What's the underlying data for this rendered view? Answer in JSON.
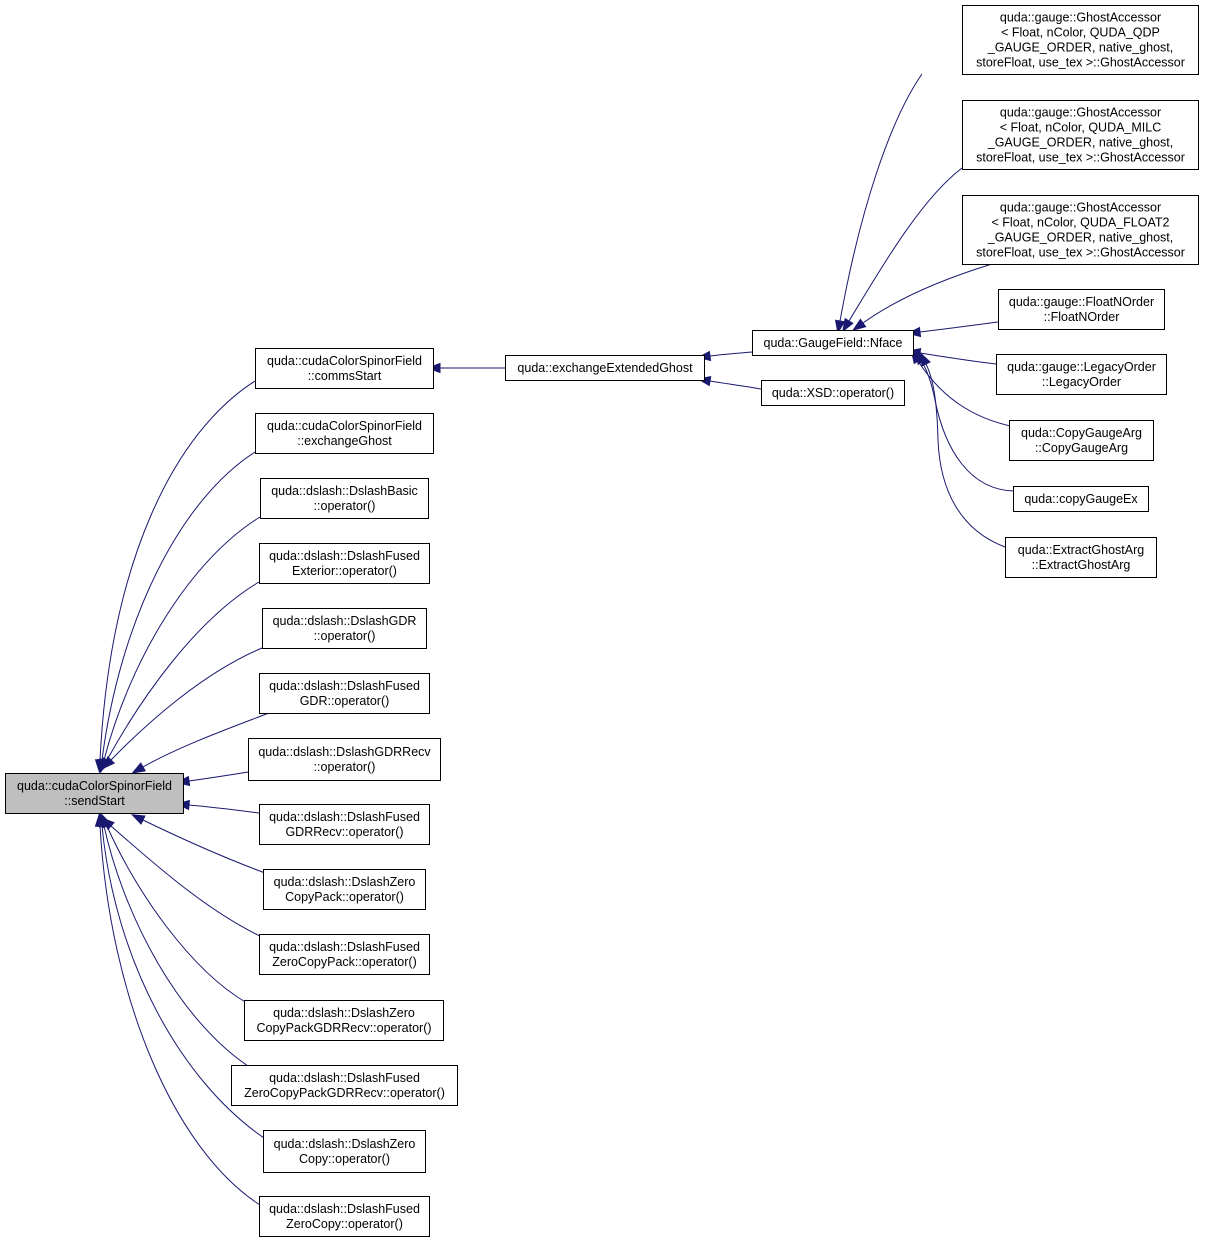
{
  "diagram": {
    "nodes": [
      {
        "id": "sendStart",
        "focus": true,
        "lines": [
          "quda::cudaColorSpinorField",
          "::sendStart"
        ]
      },
      {
        "id": "commsStart",
        "lines": [
          "quda::cudaColorSpinorField",
          "::commsStart"
        ]
      },
      {
        "id": "exchangeGhost",
        "lines": [
          "quda::cudaColorSpinorField",
          "::exchangeGhost"
        ]
      },
      {
        "id": "dslashBasic",
        "lines": [
          "quda::dslash::DslashBasic",
          "::operator()"
        ]
      },
      {
        "id": "dslashFusedExterior",
        "lines": [
          "quda::dslash::DslashFused",
          "Exterior::operator()"
        ]
      },
      {
        "id": "dslashGDR",
        "lines": [
          "quda::dslash::DslashGDR",
          "::operator()"
        ]
      },
      {
        "id": "dslashFusedGDR",
        "lines": [
          "quda::dslash::DslashFused",
          "GDR::operator()"
        ]
      },
      {
        "id": "dslashGDRRecv",
        "lines": [
          "quda::dslash::DslashGDRRecv",
          "::operator()"
        ]
      },
      {
        "id": "dslashFusedGDRRecv",
        "lines": [
          "quda::dslash::DslashFused",
          "GDRRecv::operator()"
        ]
      },
      {
        "id": "dslashZeroCopyPack",
        "lines": [
          "quda::dslash::DslashZero",
          "CopyPack::operator()"
        ]
      },
      {
        "id": "dslashFusedZeroCopyPack",
        "lines": [
          "quda::dslash::DslashFused",
          "ZeroCopyPack::operator()"
        ]
      },
      {
        "id": "dslashZeroCopyPackGDRRecv",
        "lines": [
          "quda::dslash::DslashZero",
          "CopyPackGDRRecv::operator()"
        ]
      },
      {
        "id": "dslashFusedZeroCopyPackGDRRecv",
        "lines": [
          "quda::dslash::DslashFused",
          "ZeroCopyPackGDRRecv::operator()"
        ]
      },
      {
        "id": "dslashZeroCopy",
        "lines": [
          "quda::dslash::DslashZero",
          "Copy::operator()"
        ]
      },
      {
        "id": "dslashFusedZeroCopy",
        "lines": [
          "quda::dslash::DslashFused",
          "ZeroCopy::operator()"
        ]
      },
      {
        "id": "exchangeExtendedGhost",
        "lines": [
          "quda::exchangeExtendedGhost"
        ]
      },
      {
        "id": "nface",
        "lines": [
          "quda::GaugeField::Nface"
        ]
      },
      {
        "id": "xsdOperator",
        "lines": [
          "quda::XSD::operator()"
        ]
      },
      {
        "id": "ghostQDP",
        "lines": [
          "quda::gauge::GhostAccessor",
          "< Float, nColor, QUDA_QDP",
          "_GAUGE_ORDER, native_ghost,",
          " storeFloat, use_tex >::GhostAccessor"
        ]
      },
      {
        "id": "ghostMILC",
        "lines": [
          "quda::gauge::GhostAccessor",
          "< Float, nColor, QUDA_MILC",
          "_GAUGE_ORDER, native_ghost,",
          " storeFloat, use_tex >::GhostAccessor"
        ]
      },
      {
        "id": "ghostFLOAT2",
        "lines": [
          "quda::gauge::GhostAccessor",
          "< Float, nColor, QUDA_FLOAT2",
          "_GAUGE_ORDER, native_ghost,",
          " storeFloat, use_tex >::GhostAccessor"
        ]
      },
      {
        "id": "floatNOrder",
        "lines": [
          "quda::gauge::FloatNOrder",
          "::FloatNOrder"
        ]
      },
      {
        "id": "legacyOrder",
        "lines": [
          "quda::gauge::LegacyOrder",
          "::LegacyOrder"
        ]
      },
      {
        "id": "copyGaugeArg",
        "lines": [
          "quda::CopyGaugeArg",
          "::CopyGaugeArg"
        ]
      },
      {
        "id": "copyGaugeEx",
        "lines": [
          "quda::copyGaugeEx"
        ]
      },
      {
        "id": "extractGhostArg",
        "lines": [
          "quda::ExtractGhostArg",
          "::ExtractGhostArg"
        ]
      }
    ],
    "edges": [
      {
        "from": "commsStart",
        "to": "sendStart"
      },
      {
        "from": "exchangeGhost",
        "to": "sendStart"
      },
      {
        "from": "dslashBasic",
        "to": "sendStart"
      },
      {
        "from": "dslashFusedExterior",
        "to": "sendStart"
      },
      {
        "from": "dslashGDR",
        "to": "sendStart"
      },
      {
        "from": "dslashFusedGDR",
        "to": "sendStart"
      },
      {
        "from": "dslashGDRRecv",
        "to": "sendStart"
      },
      {
        "from": "dslashFusedGDRRecv",
        "to": "sendStart"
      },
      {
        "from": "dslashZeroCopyPack",
        "to": "sendStart"
      },
      {
        "from": "dslashFusedZeroCopyPack",
        "to": "sendStart"
      },
      {
        "from": "dslashZeroCopyPackGDRRecv",
        "to": "sendStart"
      },
      {
        "from": "dslashFusedZeroCopyPackGDRRecv",
        "to": "sendStart"
      },
      {
        "from": "dslashZeroCopy",
        "to": "sendStart"
      },
      {
        "from": "dslashFusedZeroCopy",
        "to": "sendStart"
      },
      {
        "from": "exchangeExtendedGhost",
        "to": "commsStart"
      },
      {
        "from": "nface",
        "to": "exchangeExtendedGhost"
      },
      {
        "from": "xsdOperator",
        "to": "exchangeExtendedGhost"
      },
      {
        "from": "ghostQDP",
        "to": "nface"
      },
      {
        "from": "ghostMILC",
        "to": "nface"
      },
      {
        "from": "ghostFLOAT2",
        "to": "nface"
      },
      {
        "from": "floatNOrder",
        "to": "nface"
      },
      {
        "from": "legacyOrder",
        "to": "nface"
      },
      {
        "from": "copyGaugeArg",
        "to": "nface"
      },
      {
        "from": "copyGaugeEx",
        "to": "nface"
      },
      {
        "from": "extractGhostArg",
        "to": "nface"
      }
    ],
    "colors": {
      "edge": "#191970",
      "node_border": "#000000",
      "focus_fill": "#bfbfbf",
      "node_fill": "#ffffff"
    }
  }
}
